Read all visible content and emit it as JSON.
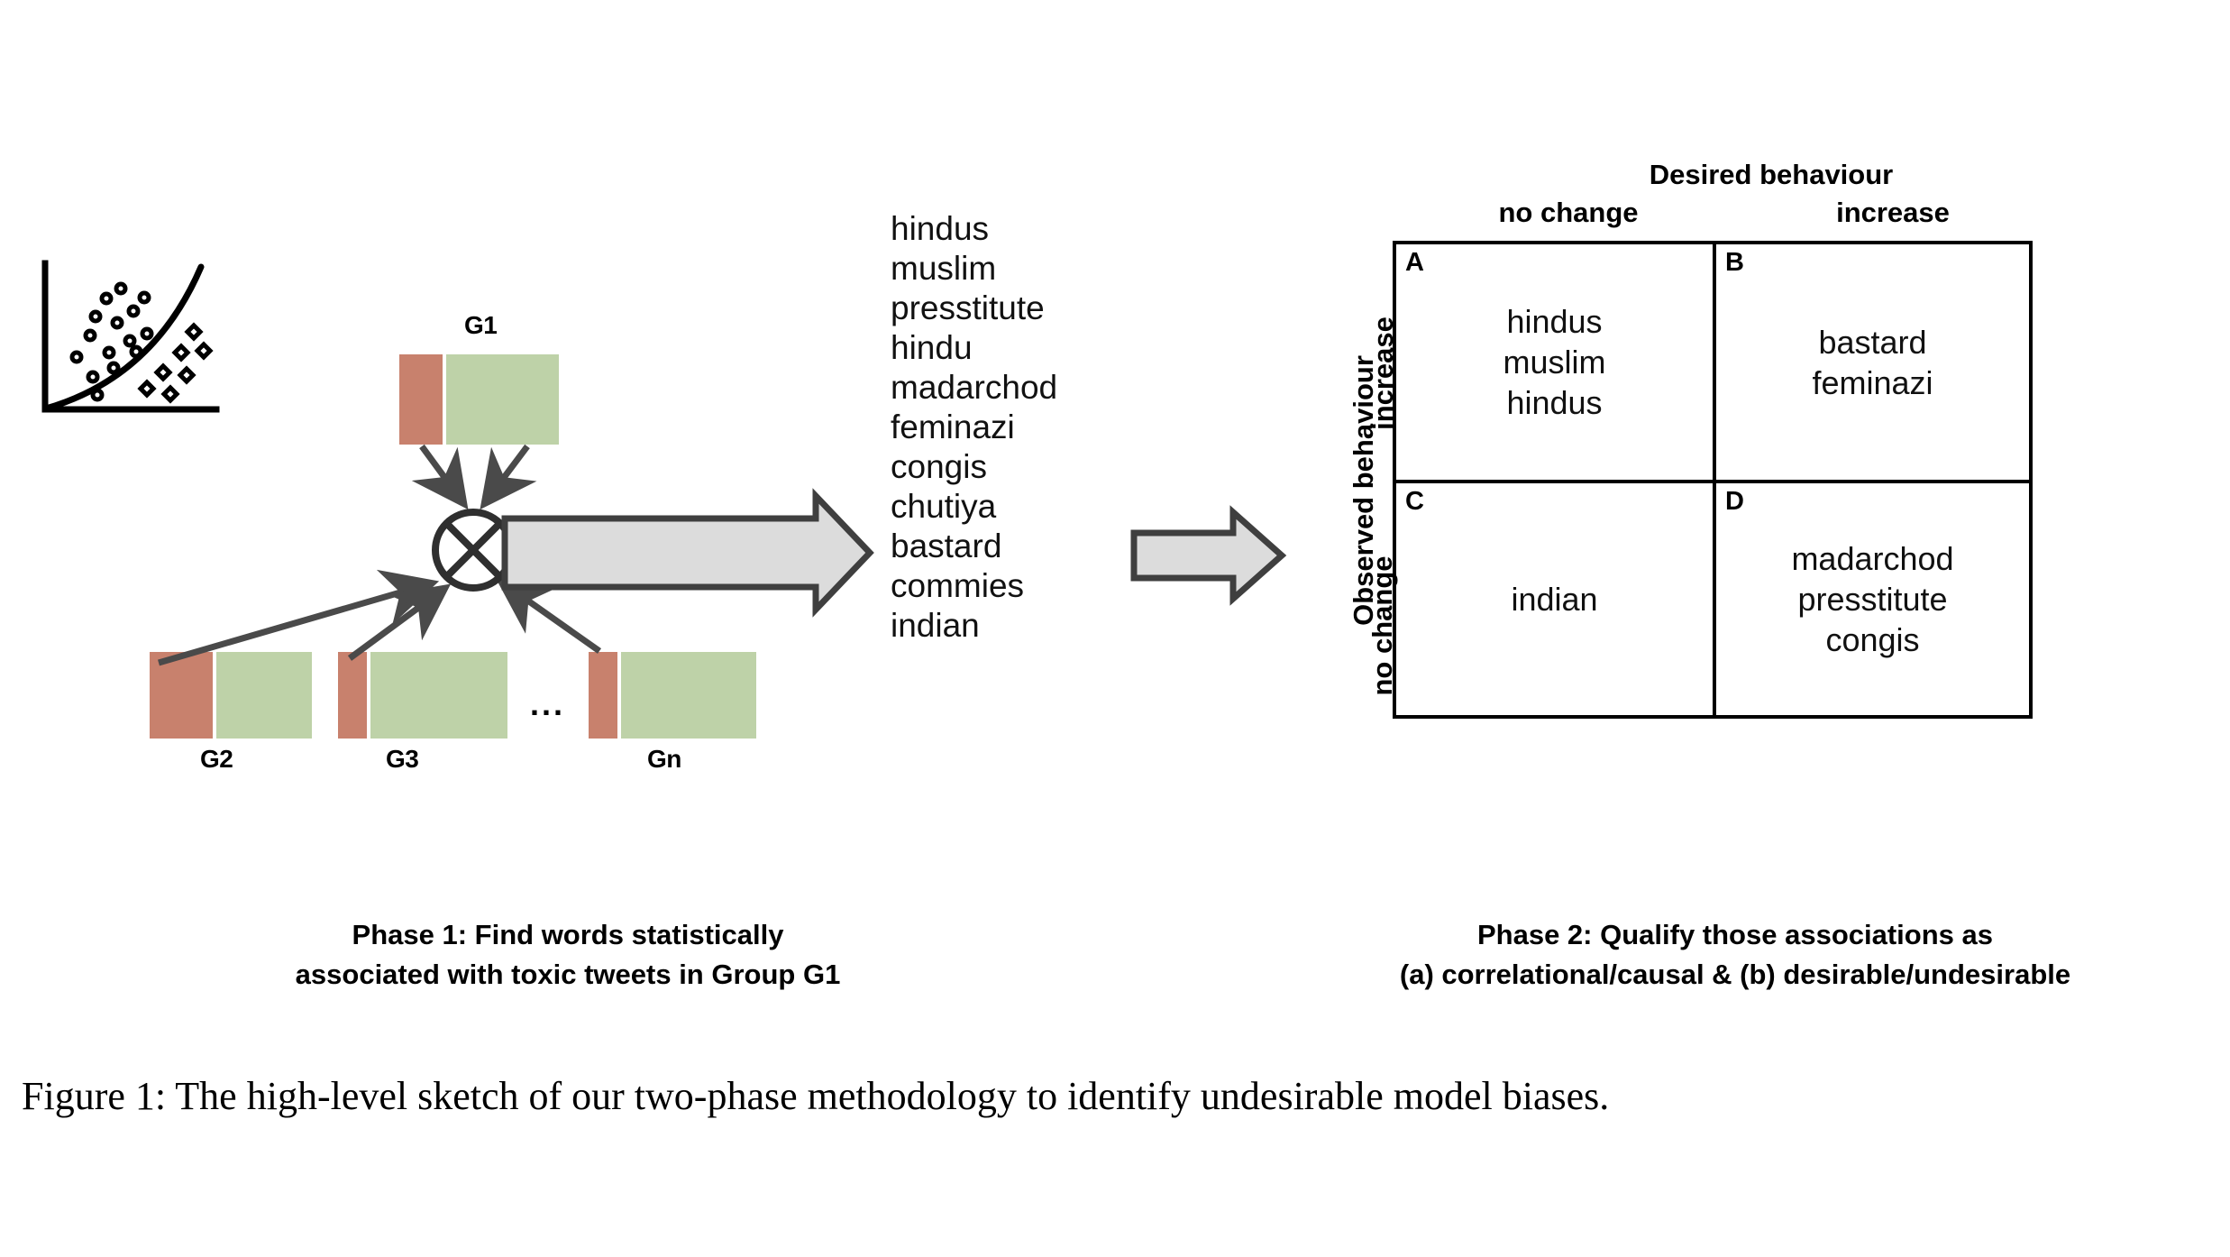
{
  "figure": {
    "caption": "Figure 1: The high-level sketch of our two-phase methodology to identify undesirable model biases."
  },
  "phase1": {
    "caption_line1": "Phase 1:  Find words statistically",
    "caption_line2": "associated with toxic tweets in Group G1",
    "icon_name": "scatter-plot-icon",
    "groups": [
      {
        "id": "G1",
        "label": "G1",
        "red_fraction": 0.27,
        "green_fraction": 0.73
      },
      {
        "id": "G2",
        "label": "G2",
        "red_fraction": 0.39,
        "green_fraction": 0.61
      },
      {
        "id": "G3",
        "label": "G3",
        "red_fraction": 0.17,
        "green_fraction": 0.83
      },
      {
        "id": "Gn",
        "label": "Gn",
        "red_fraction": 0.17,
        "green_fraction": 0.83
      }
    ],
    "ellipsis": "...",
    "operator_symbol": "circled-times",
    "word_list": [
      "hindus",
      "muslim",
      "presstitute",
      "hindu",
      "madarchod",
      "feminazi",
      "congis",
      "chutiya",
      "bastard",
      "commies",
      "indian"
    ]
  },
  "phase2": {
    "caption_line1": "Phase 2: Qualify those associations as",
    "caption_line2": "(a) correlational/causal & (b) desirable/undesirable",
    "column_axis_title": "Desired behaviour",
    "column_headers": [
      "no change",
      "increase"
    ],
    "row_axis_title": "Observed behaviour",
    "row_headers": [
      "increase",
      "no change"
    ],
    "quadrants": [
      {
        "letter": "A",
        "words": [
          "hindus",
          "muslim",
          "hindus"
        ]
      },
      {
        "letter": "B",
        "words": [
          "bastard",
          "feminazi"
        ]
      },
      {
        "letter": "C",
        "words": [
          "indian"
        ]
      },
      {
        "letter": "D",
        "words": [
          "madarchod",
          "presstitute",
          "congis"
        ]
      }
    ]
  },
  "colors": {
    "bar_red": "#c8816d",
    "bar_green": "#bed2a8",
    "arrow_fill": "#dcdcdc",
    "arrow_stroke": "#3f3f3f",
    "line_black": "#000000"
  }
}
